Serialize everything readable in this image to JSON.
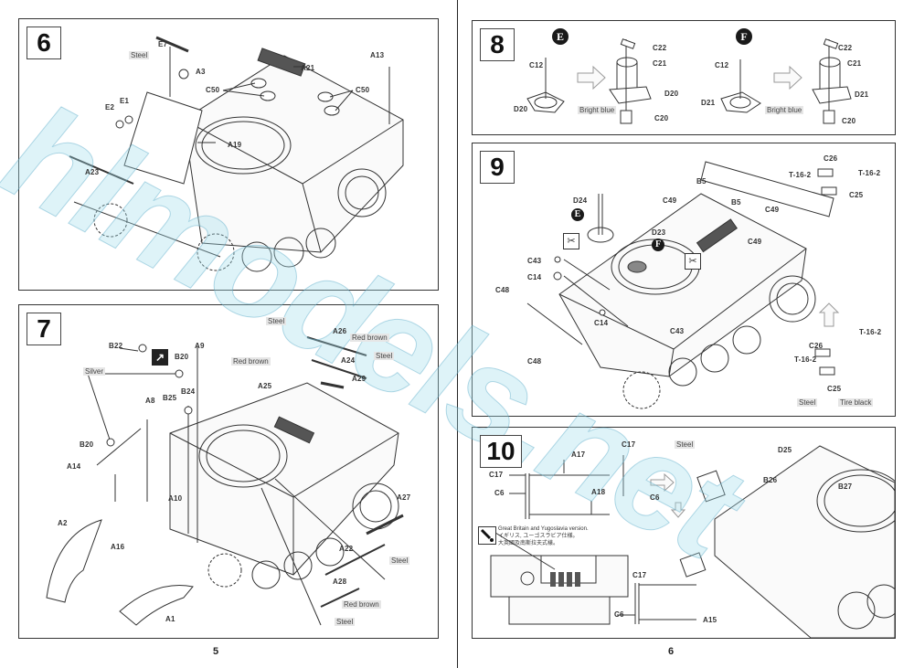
{
  "watermark": "hlmodels.net",
  "pages": {
    "left_number": "5",
    "right_number": "6"
  },
  "step6": {
    "number": "6",
    "labels": {
      "e7": "E7",
      "steel": "Steel",
      "a3": "A3",
      "a21": "A21",
      "a13": "A13",
      "c50_left": "C50",
      "c50_right": "C50",
      "e1": "E1",
      "e2": "E2",
      "a19": "A19",
      "a23": "A23"
    }
  },
  "step7": {
    "number": "7",
    "labels": {
      "b22": "B22",
      "b20_top": "B20",
      "a9": "A9",
      "silver": "Silver",
      "a8": "A8",
      "b25": "B25",
      "b24": "B24",
      "b20_bottom": "B20",
      "a14": "A14",
      "a10": "A10",
      "a2": "A2",
      "a16": "A16",
      "a1": "A1",
      "steel_top": "Steel",
      "a26": "A26",
      "red_brown_top": "Red brown",
      "red_brown_mid": "Red brown",
      "a24": "A24",
      "steel_mid": "Steel",
      "a25": "A25",
      "a29": "A29",
      "a27": "A27",
      "a22": "A22",
      "steel_right": "Steel",
      "a28": "A28",
      "red_brown_bottom": "Red brown",
      "steel_bottom": "Steel"
    }
  },
  "step8": {
    "number": "8",
    "variant_e": {
      "badge": "E",
      "labels": {
        "c12": "C12",
        "d20_left": "D20",
        "c22": "C22",
        "c21": "C21",
        "d20_right": "D20",
        "bright_blue": "Bright blue",
        "c20": "C20"
      }
    },
    "variant_f": {
      "badge": "F",
      "labels": {
        "c12": "C12",
        "d21_left": "D21",
        "c22": "C22",
        "c21": "C21",
        "d21_right": "D21",
        "bright_blue": "Bright blue",
        "c20": "C20"
      }
    }
  },
  "step9": {
    "number": "9",
    "badge_e": "E",
    "badge_f": "F",
    "labels": {
      "d24": "D24",
      "c49_top": "C49",
      "b5_top": "B5",
      "b5_mid": "B5",
      "c49_right": "C49",
      "d23": "D23",
      "c49_mid": "C49",
      "c43_left": "C43",
      "c14_left": "C14",
      "c48_top": "C48",
      "c14_mid": "C14",
      "c43_mid": "C43",
      "c48_bottom": "C48",
      "c26_top": "C26",
      "t16_2_tl": "T-16-2",
      "t16_2_tr": "T-16-2",
      "c25_top": "C25",
      "t16_2_br": "T-16-2",
      "c26_bottom": "C26",
      "t16_2_bl": "T-16-2",
      "c25_bottom": "C25",
      "steel": "Steel",
      "tire_black": "Tire black"
    }
  },
  "step10": {
    "number": "10",
    "labels": {
      "a17": "A17",
      "c17_top": "C17",
      "steel": "Steel",
      "c17_left": "C17",
      "c6_left": "C6",
      "a18": "A18",
      "c6_mid": "C6",
      "d25": "D25",
      "b26": "B26",
      "b27": "B27",
      "c17_bottom": "C17",
      "c6_bottom": "C6",
      "a15": "A15"
    },
    "note": {
      "line1": "Great Britain and Yugoslavia version.",
      "line2": "イギリス, ユーゴスラビア仕様。",
      "line3": "大英國及南斯拉夫式樣。"
    }
  }
}
